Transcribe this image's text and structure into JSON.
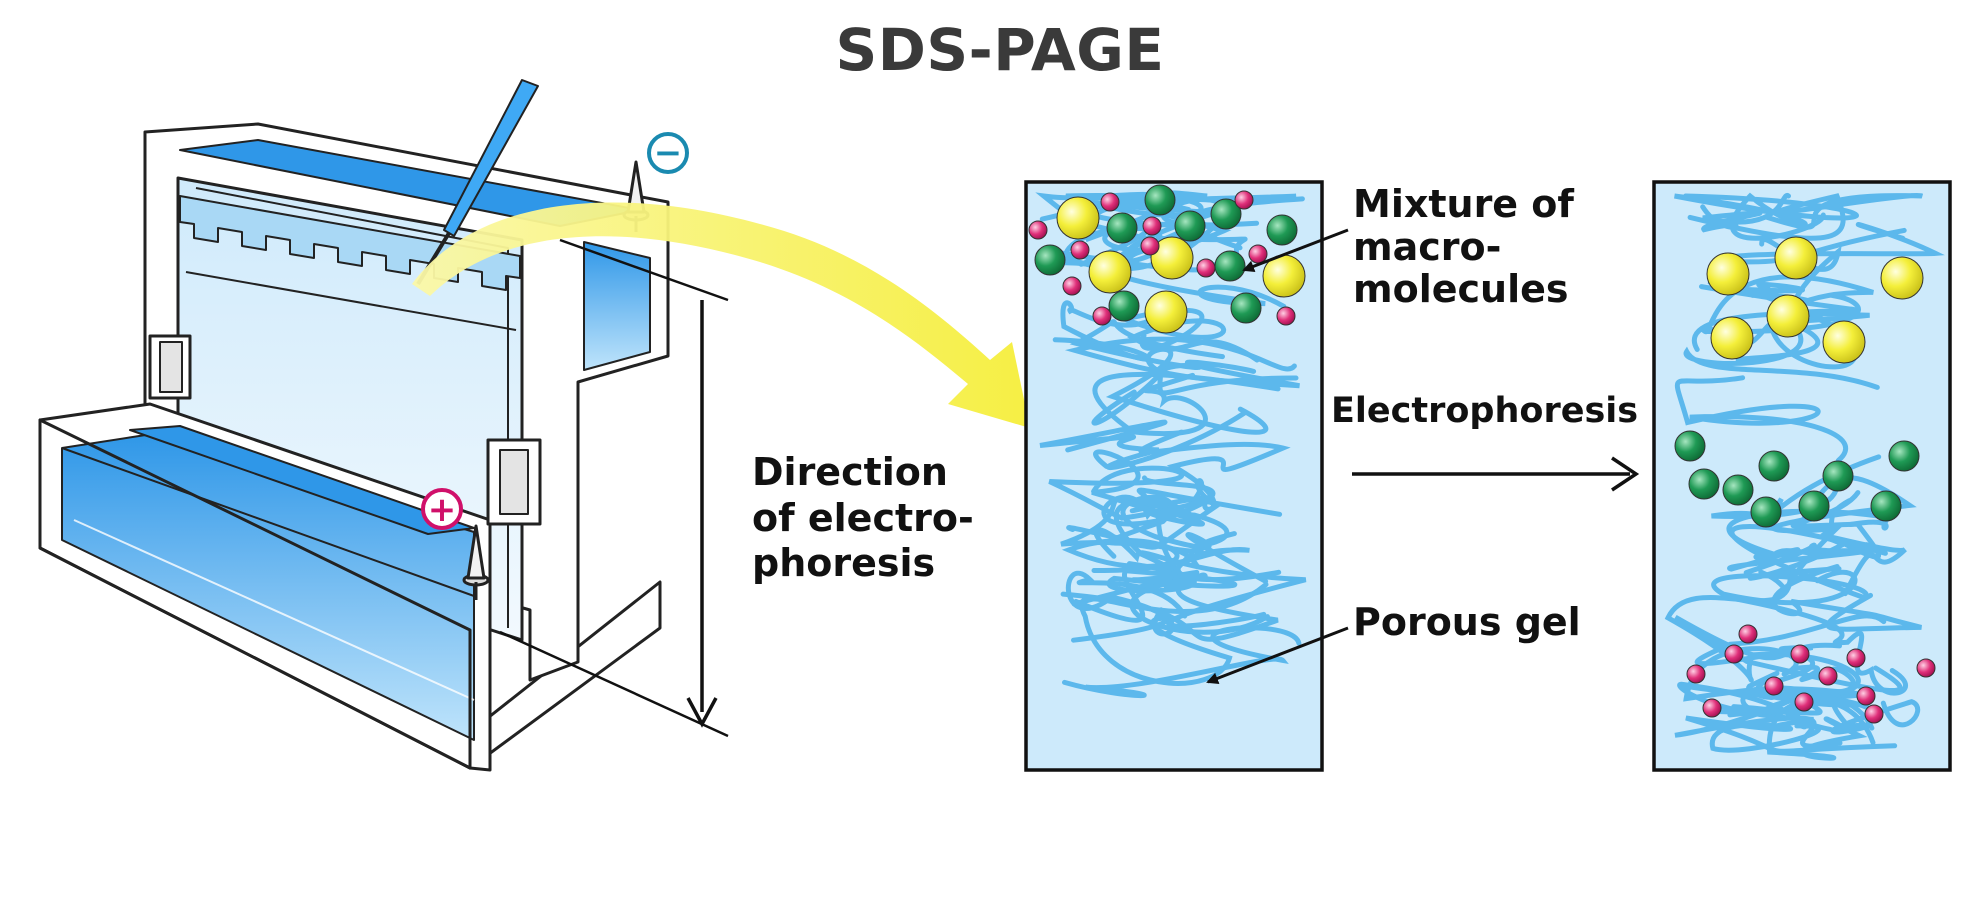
{
  "title": "SDS-PAGE",
  "labels": {
    "direction": [
      "Direction",
      "of electro-",
      "phoresis"
    ],
    "mixture": [
      "Mixture of",
      "macro-",
      "molecules"
    ],
    "electrophoresis": "Electrophoresis",
    "porous_gel": "Porous gel"
  },
  "electrodes": {
    "negative": "−",
    "positive": "+"
  },
  "colors": {
    "buffer_blue": "#3fa9f5",
    "gel_fill": "#cdeafb",
    "gel_fiber": "#5cb8ec",
    "large_molecule": "#f4ef3a",
    "medium_molecule": "#1f9a55",
    "small_molecule": "#e0307a",
    "negative_electrode": "#1a8ab0",
    "positive_electrode": "#d0106a",
    "sample_arrow": "#f7f26a"
  }
}
